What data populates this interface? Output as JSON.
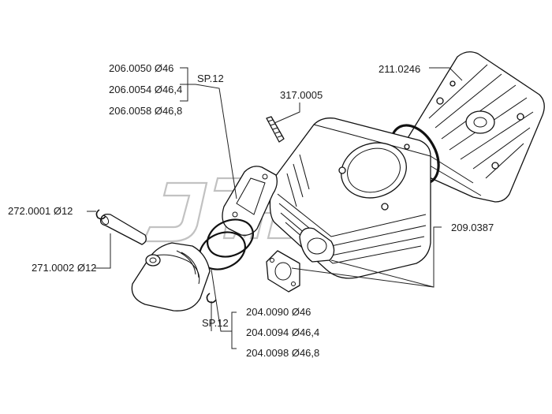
{
  "brand_colors": {
    "line": "#111111",
    "watermark": "#bbbbbb",
    "background": "#ffffff"
  },
  "watermark": {
    "text": "JOBA MOTO"
  },
  "callouts": {
    "cyl_head": "211.0246",
    "stud": "317.0005",
    "gaskets_group": [
      {
        "label": "206.0050 Ø46"
      },
      {
        "label": "206.0054 Ø46,4"
      },
      {
        "label": "206.0058 Ø46,8"
      }
    ],
    "gaskets_thickness": "SP.12",
    "piston_clip": "272.0001 Ø12",
    "piston_pin": "271.0002 Ø12",
    "cylinder_kit": "209.0387",
    "rings_thickness": "SP.12",
    "rings_group": [
      {
        "label": "204.0090 Ø46"
      },
      {
        "label": "204.0094 Ø46,4"
      },
      {
        "label": "204.0098 Ø46,8"
      }
    ]
  }
}
